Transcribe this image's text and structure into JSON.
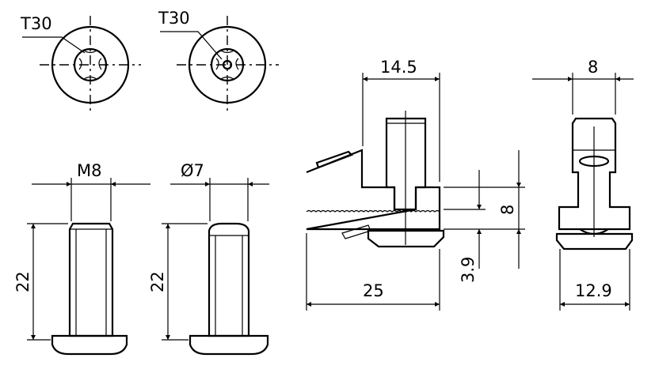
{
  "drawing": {
    "top_views": [
      {
        "label": "T30",
        "drive": "torx"
      },
      {
        "label": "T30",
        "drive": "torx-pin"
      }
    ],
    "bolt_views": [
      {
        "width_label": "M8",
        "length_label": "22"
      },
      {
        "width_label": "Ø7",
        "length_label": "22"
      }
    ],
    "side_view": {
      "top_width": "14.5",
      "total_width": "25",
      "height": "8",
      "offset": "3.9"
    },
    "front_view": {
      "top_width": "8",
      "bottom_width": "12.9"
    },
    "colors": {
      "line": "#000000",
      "background": "#ffffff"
    }
  }
}
